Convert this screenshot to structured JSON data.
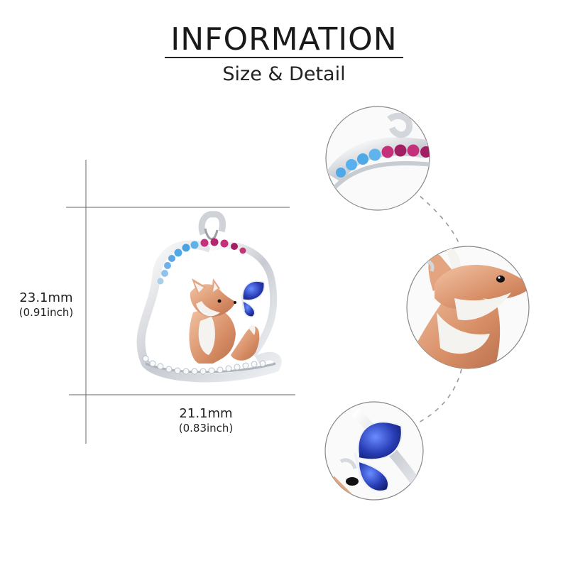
{
  "header": {
    "title": "INFORMATION",
    "subtitle": "Size & Detail"
  },
  "dimensions": {
    "height_mm": "23.1mm",
    "height_inch": "(0.91inch)",
    "width_mm": "21.1mm",
    "width_inch": "(0.83inch)"
  },
  "product": {
    "colors": {
      "silver": "#d9dde2",
      "rose_gold": "#e3a47f",
      "blue_stone": "#4fa9e6",
      "pink_stone": "#c4307a",
      "butterfly_blue": "#2a3fb8",
      "fox_white": "#f5f3f0"
    }
  }
}
